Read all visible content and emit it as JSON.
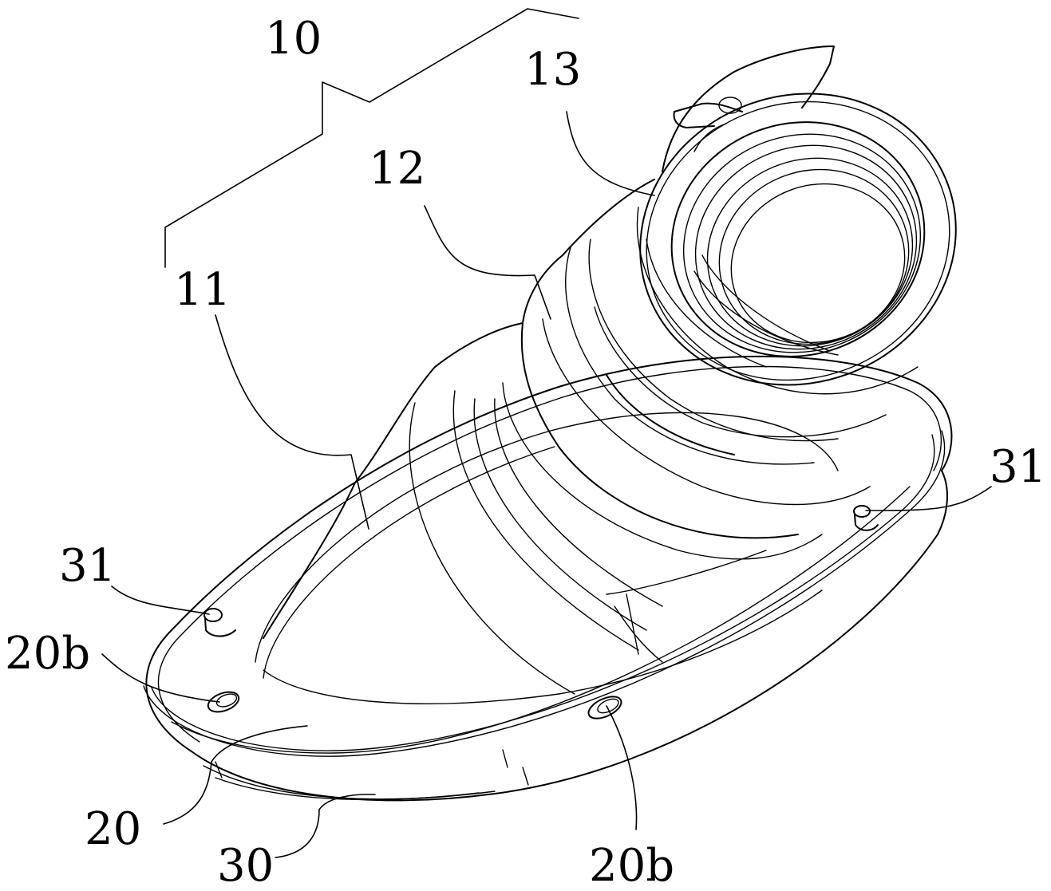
{
  "labels": {
    "l10": "10",
    "l11": "11",
    "l12": "12",
    "l13": "13",
    "l20": "20",
    "l20b_left": "20b",
    "l20b_bottom": "20b",
    "l30": "30",
    "l31_left": "31",
    "l31_right": "31"
  }
}
